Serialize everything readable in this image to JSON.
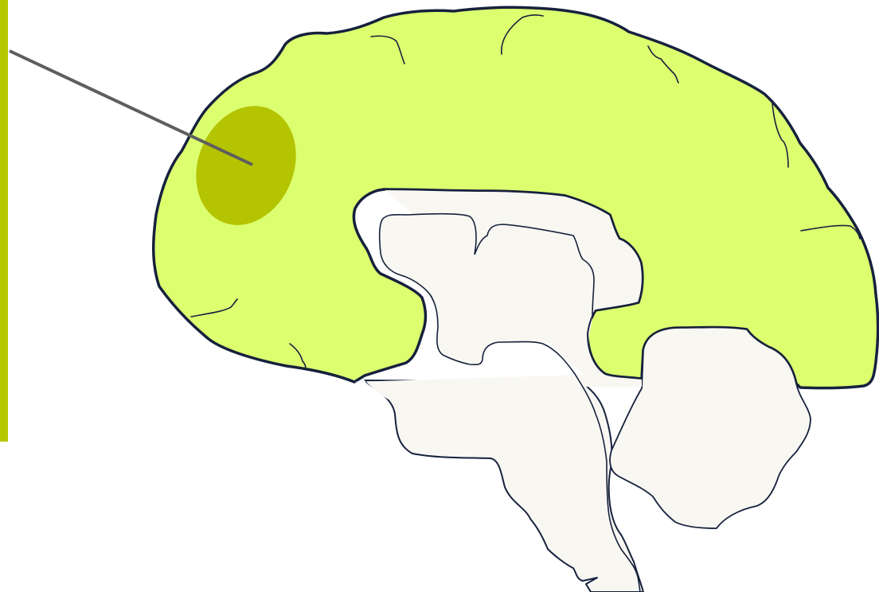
{
  "figure": {
    "labels": [],
    "colors": {
      "background": "#ffffff",
      "accent_bar": "#b5c700",
      "cerebrum_fill": "#dcff70",
      "highlight_region": "#b5c400",
      "outline": "#16213d",
      "inner_fill": "#f8f7f2",
      "pointer_line": "#5e5e5e"
    },
    "parts": [
      "cerebrum",
      "highlighted-region",
      "inner-structure",
      "brainstem",
      "cerebellum",
      "pointer-line"
    ]
  }
}
